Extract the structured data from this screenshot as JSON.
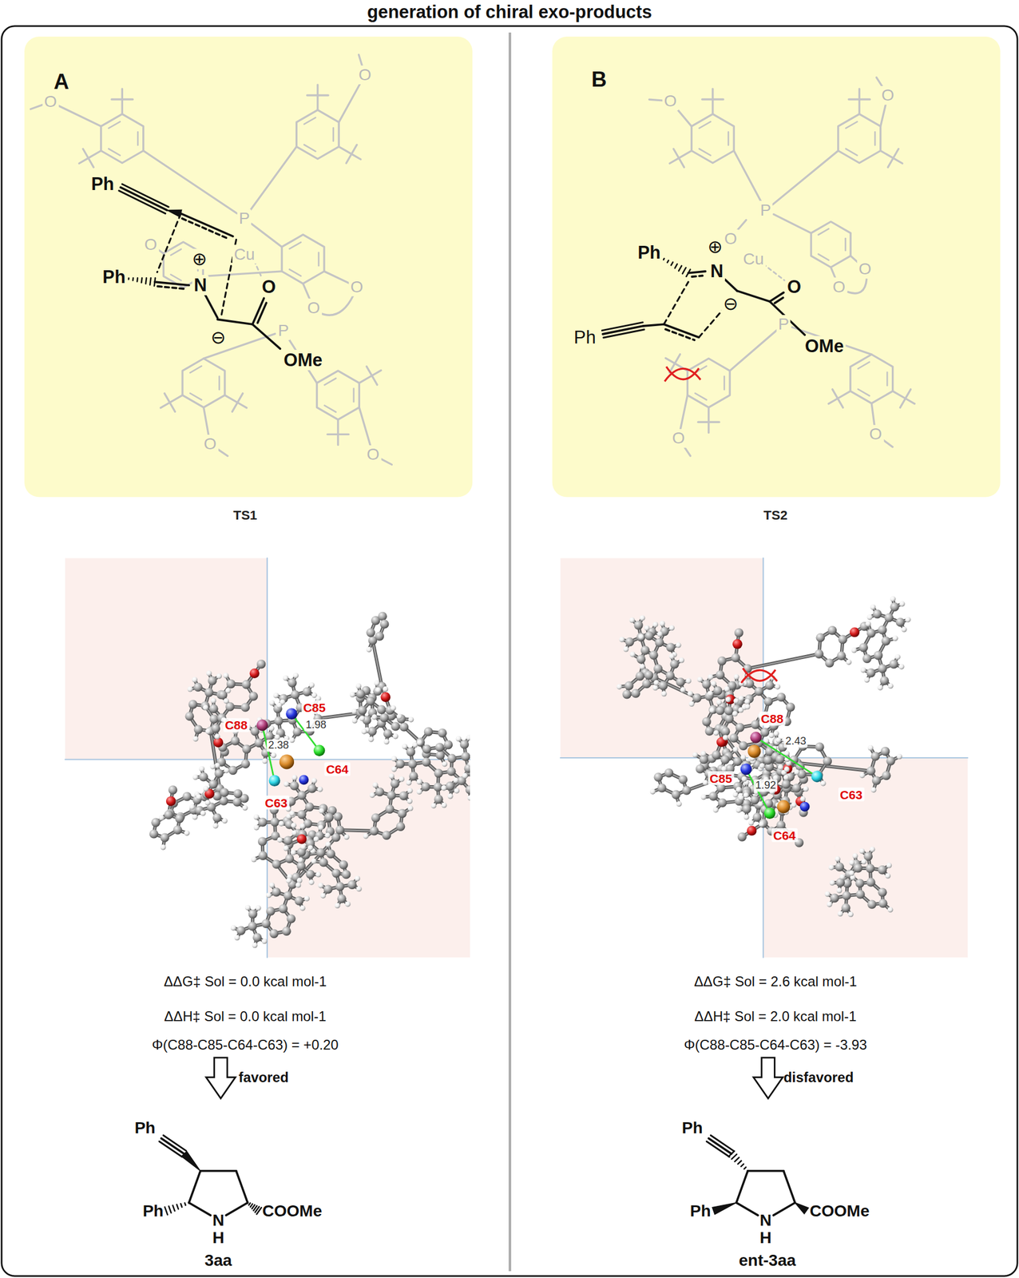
{
  "diagram": {
    "title": "generation of chiral exo-products",
    "nodes": [
      {
        "text": [
          "A"
        ]
      },
      {
        "text": [
          "B"
        ]
      }
    ],
    "labels": [
      "Ph",
      "Ph",
      "N",
      "⊕",
      "O",
      "⊖",
      "OMe",
      "Cu",
      "P",
      "P",
      "O",
      "O",
      "O",
      "O",
      "O",
      "O",
      "O",
      "TS1",
      "C85",
      "1.98",
      "C88",
      "2.38",
      "C64",
      "C63",
      "ΔΔG‡ Sol = 0.0 kcal mol-1",
      "ΔΔH‡ Sol = 0.0 kcal mol-1",
      "Φ(C88-C85-C64-C63) = +0.20",
      "favored",
      "Ph",
      "Ph",
      "N",
      "H",
      "COOMe",
      "3aa",
      "Ph",
      "N",
      "⊕",
      "O",
      "⊖",
      "OMe",
      "Ph",
      "Cu",
      "P",
      "P",
      "O",
      "O",
      "O",
      "O",
      "O",
      "O",
      "O",
      "TS2",
      "C88",
      "2.43",
      "C85",
      "1.92",
      "C63",
      "C64",
      "ΔΔG‡ Sol = 2.6 kcal mol-1",
      "ΔΔH‡ Sol = 2.0 kcal mol-1",
      "Φ(C88-C85-C64-C63) = -3.93",
      "disfavored",
      "Ph",
      "Ph",
      "N",
      "H",
      "COOMe",
      "ent-3aa"
    ]
  }
}
